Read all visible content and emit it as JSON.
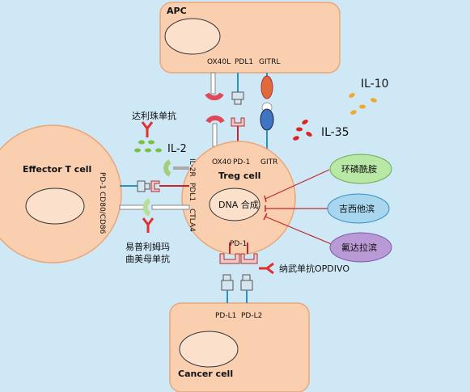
{
  "cells": {
    "apc": "APC",
    "effector": "Effector T cell",
    "treg": "Treg cell",
    "cancer": "Cancer cell"
  },
  "apc_ligands": [
    "OX40L",
    "PDL1",
    "GITRL"
  ],
  "treg_receptors_top": [
    "OX40",
    "PD-1",
    "GITR"
  ],
  "treg_receptors_left": [
    "IL-2R",
    "PDL1",
    "CTLA4"
  ],
  "effector_receptors": [
    "PD-1",
    "CD80/CD86"
  ],
  "treg_bottom_receptor": "PD-1",
  "cancer_ligands": [
    "PD-L1",
    "PD-L2"
  ],
  "cytokines": [
    "IL-10",
    "IL-35",
    "IL-2"
  ],
  "nucleus_label": "DNA 合成",
  "drugs": {
    "daclizumab": "达利珠单抗",
    "ipilimumab_line1": "易普利姆玛",
    "ipilimumab_line2": "曲美母单抗",
    "nivolumab": "纳武单抗OPDIVO",
    "cyclophosphamide": "环磷酰胺",
    "gemcitabine": "吉西他滨",
    "fludarabine": "氟达拉滨"
  },
  "colors": {
    "cell_fill": "#f9cfb0",
    "cell_stroke": "#e8a77a",
    "drug_ellipse_green": "#b9e8a6",
    "drug_ellipse_blue": "#a7d6ee",
    "drug_ellipse_purple": "#b99ad6",
    "antibody_red": "#e0302f",
    "inhibit_line": "#c0282e",
    "receptor_blue": "#2f8fc4",
    "il10_orange": "#f2a72f"
  }
}
